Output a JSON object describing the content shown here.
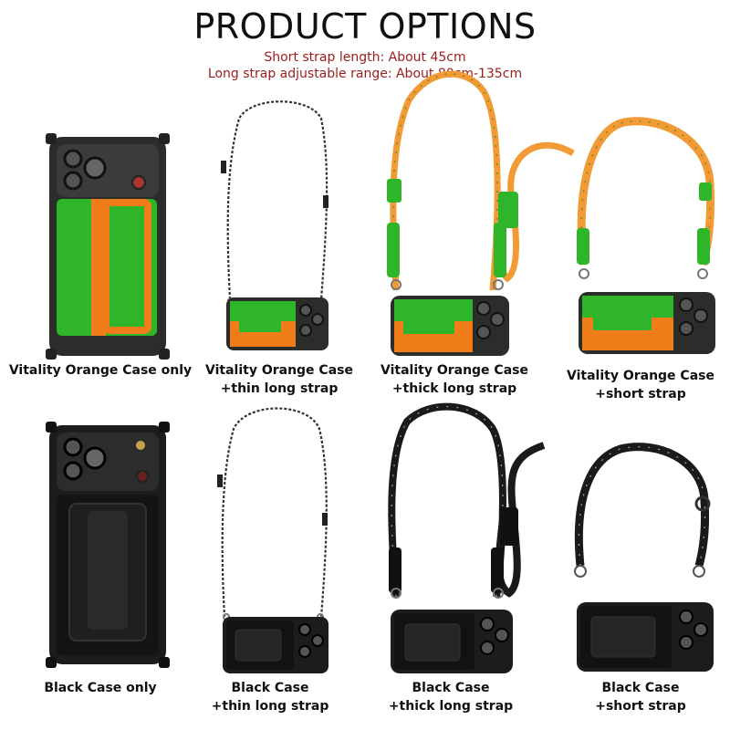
{
  "header": {
    "title": "PRODUCT OPTIONS",
    "short_strap_note": "Short strap length: About 45cm",
    "long_strap_note": "Long strap adjustable range: About 80cm-135cm"
  },
  "colors": {
    "title": "#111111",
    "note_red": "#9b1c1c",
    "vitality_green": "#2fb52a",
    "vitality_orange": "#f07d1a",
    "black_case": "#1c1c1c",
    "orange_rope": "#f29a34",
    "black_rope": "#1a1a1a"
  },
  "options": [
    {
      "line1": "Vitality Orange Case only",
      "line2": ""
    },
    {
      "line1": "Vitality Orange Case",
      "line2": "+thin long strap"
    },
    {
      "line1": "Vitality Orange Case",
      "line2": "+thick long strap"
    },
    {
      "line1": "Vitality Orange Case",
      "line2": "+short strap"
    },
    {
      "line1": "Black Case only",
      "line2": ""
    },
    {
      "line1": "Black Case",
      "line2": "+thin long strap"
    },
    {
      "line1": "Black Case",
      "line2": "+thick long strap"
    },
    {
      "line1": "Black Case",
      "line2": "+short strap"
    }
  ]
}
